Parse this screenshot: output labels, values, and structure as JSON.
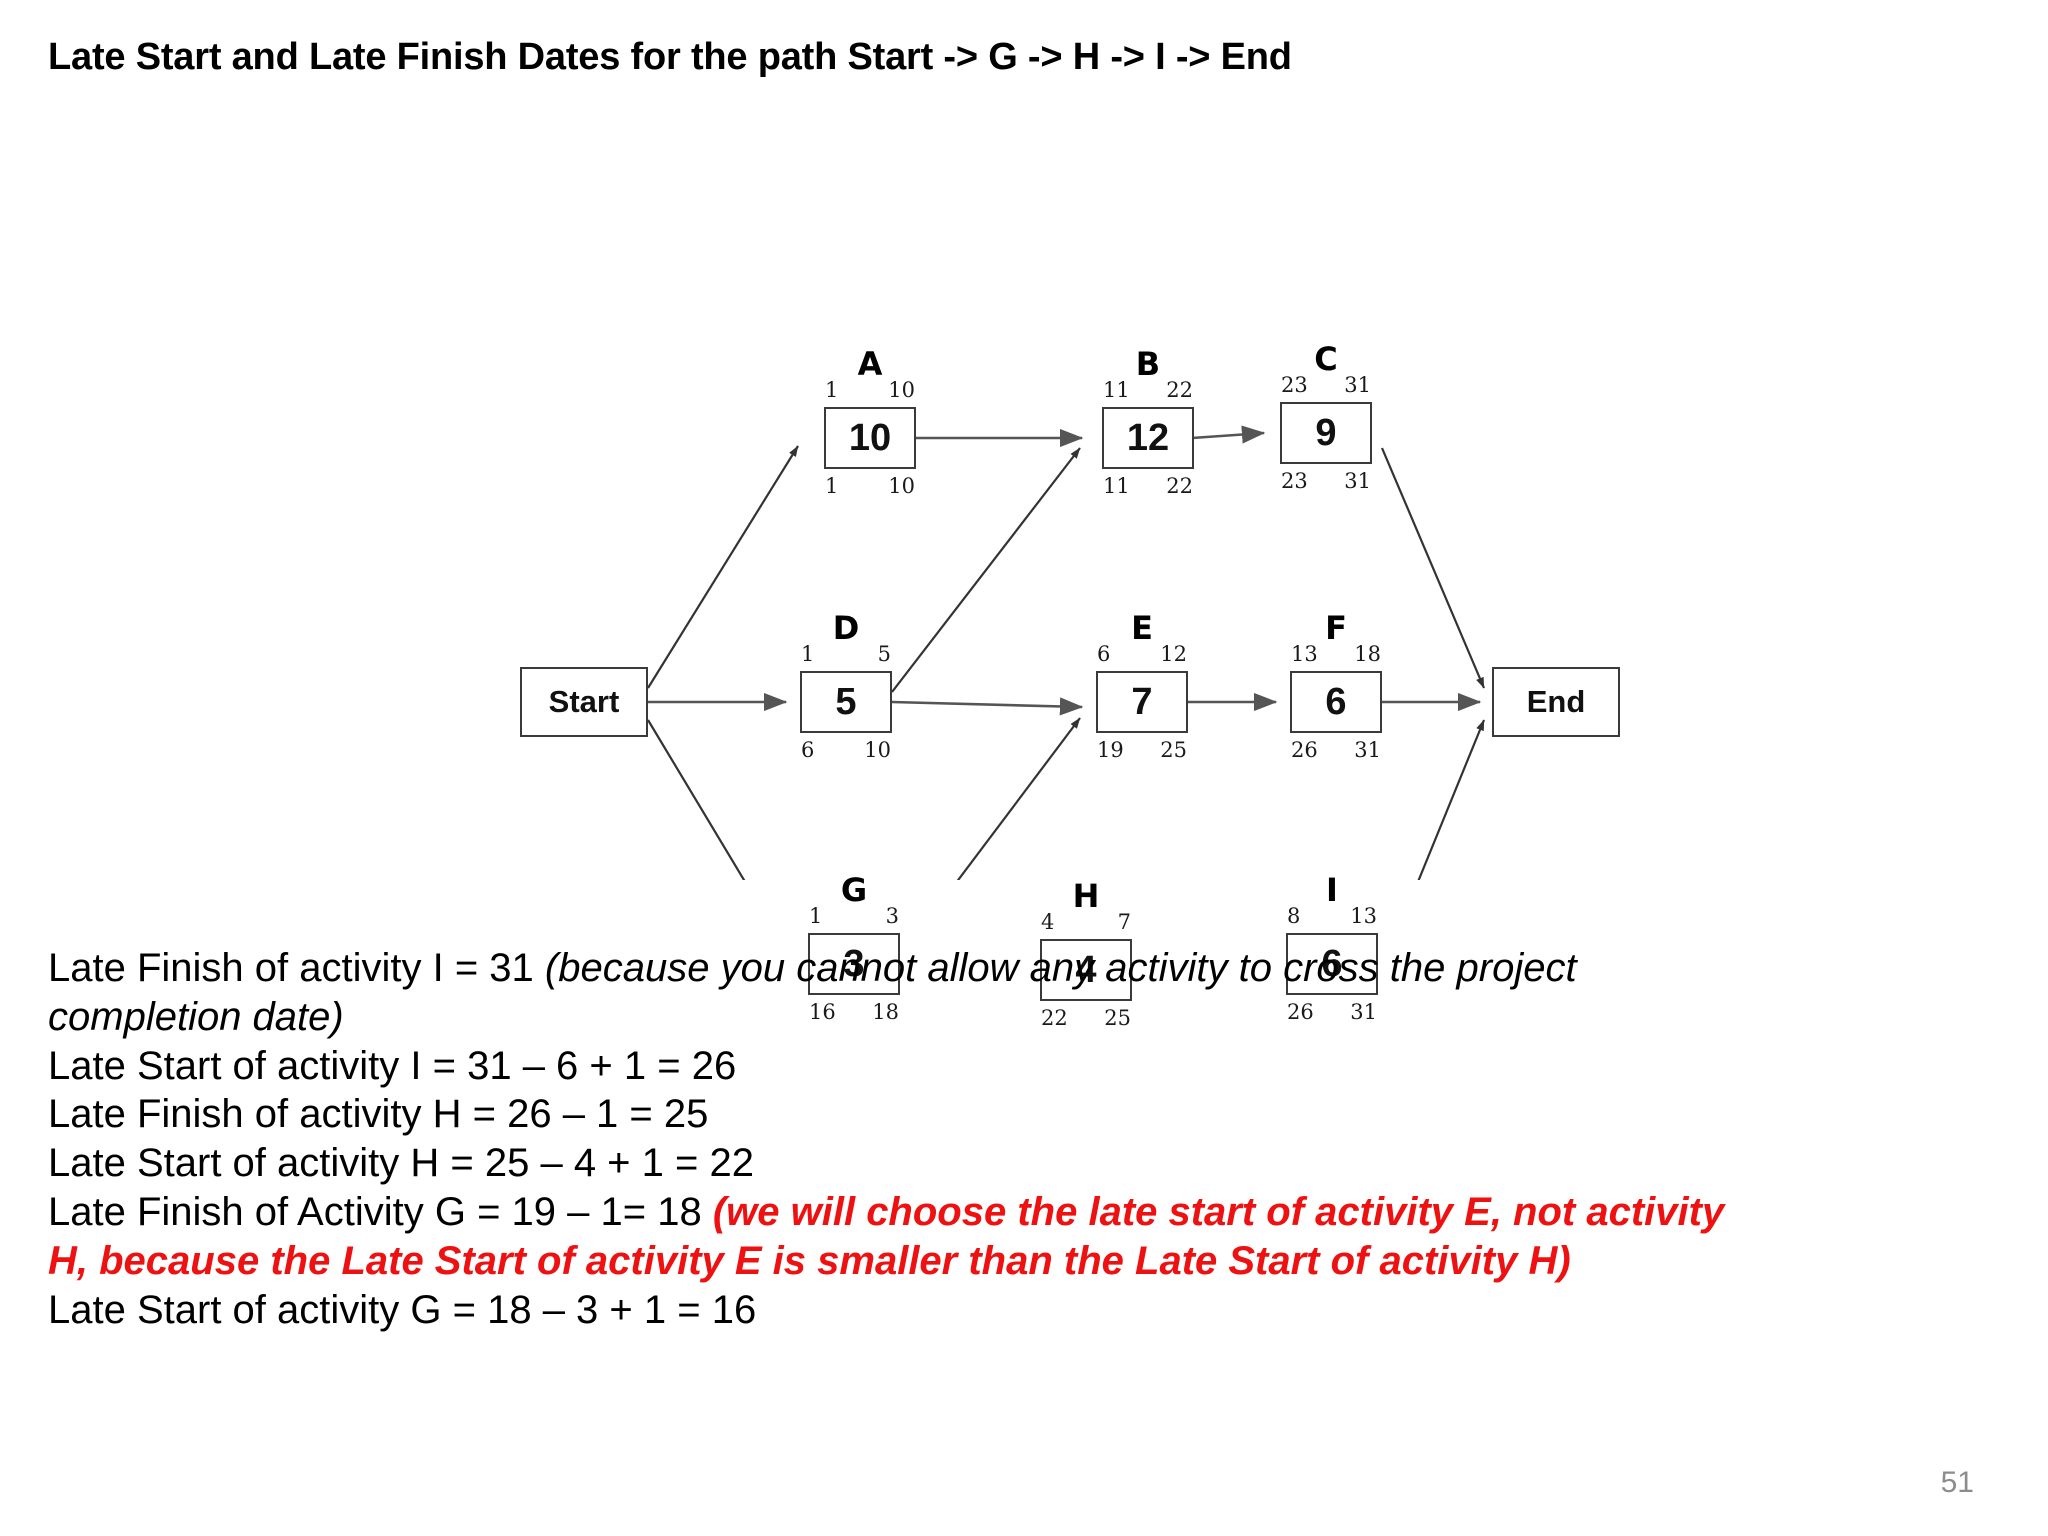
{
  "slide": {
    "title": "Late Start and Late Finish Dates for the path Start -> G -> H -> I -> End",
    "page_number": "51"
  },
  "colors": {
    "text": "#000000",
    "highlight_red": "#ee1111",
    "node_border": "#3a3a3a",
    "page_number": "#8c8c8c"
  },
  "diagram": {
    "type": "activity-on-node network diagram",
    "terminals": [
      {
        "id": "start",
        "label": "Start"
      },
      {
        "id": "end",
        "label": "End"
      }
    ],
    "nodes": [
      {
        "id": "A",
        "letter": "A",
        "duration": "10",
        "early_start": "1",
        "early_finish": "10",
        "late_start": "1",
        "late_finish": "10"
      },
      {
        "id": "B",
        "letter": "B",
        "duration": "12",
        "early_start": "11",
        "early_finish": "22",
        "late_start": "11",
        "late_finish": "22"
      },
      {
        "id": "C",
        "letter": "C",
        "duration": "9",
        "early_start": "23",
        "early_finish": "31",
        "late_start": "23",
        "late_finish": "31"
      },
      {
        "id": "D",
        "letter": "D",
        "duration": "5",
        "early_start": "1",
        "early_finish": "5",
        "late_start": "6",
        "late_finish": "10"
      },
      {
        "id": "E",
        "letter": "E",
        "duration": "7",
        "early_start": "6",
        "early_finish": "12",
        "late_start": "19",
        "late_finish": "25"
      },
      {
        "id": "F",
        "letter": "F",
        "duration": "6",
        "early_start": "13",
        "early_finish": "18",
        "late_start": "26",
        "late_finish": "31"
      },
      {
        "id": "G",
        "letter": "G",
        "duration": "3",
        "early_start": "1",
        "early_finish": "3",
        "late_start": "16",
        "late_finish": "18"
      },
      {
        "id": "H",
        "letter": "H",
        "duration": "4",
        "early_start": "4",
        "early_finish": "7",
        "late_start": "22",
        "late_finish": "25"
      },
      {
        "id": "I",
        "letter": "I",
        "duration": "6",
        "early_start": "8",
        "early_finish": "13",
        "late_start": "26",
        "late_finish": "31"
      }
    ],
    "edges": [
      {
        "from": "start",
        "to": "A"
      },
      {
        "from": "start",
        "to": "D"
      },
      {
        "from": "start",
        "to": "G"
      },
      {
        "from": "A",
        "to": "B"
      },
      {
        "from": "D",
        "to": "B"
      },
      {
        "from": "B",
        "to": "C"
      },
      {
        "from": "C",
        "to": "end"
      },
      {
        "from": "D",
        "to": "E"
      },
      {
        "from": "G",
        "to": "E"
      },
      {
        "from": "E",
        "to": "F"
      },
      {
        "from": "F",
        "to": "end"
      },
      {
        "from": "G",
        "to": "H"
      },
      {
        "from": "H",
        "to": "I"
      },
      {
        "from": "I",
        "to": "end"
      }
    ]
  },
  "body": {
    "line1_plain": "Late Finish of activity I = 31 ",
    "line1_italic": "(because you cannot allow any activity to cross the project",
    "line2_italic": "completion date)",
    "line3": "Late Start of activity I = 31 – 6 + 1 = 26",
    "line4": "Late Finish of activity H = 26 – 1 = 25",
    "line5": "Late Start of activity H = 25 – 4 + 1 = 22",
    "line6_plain": "Late Finish of Activity G = 19 – 1= 18 ",
    "line6_red": "(we will choose the late start of activity E, not activity",
    "line7_red": "H, because the Late Start of activity E is smaller than the Late Start of activity H)",
    "line8": "Late Start of activity G = 18 – 3 + 1 = 16"
  }
}
